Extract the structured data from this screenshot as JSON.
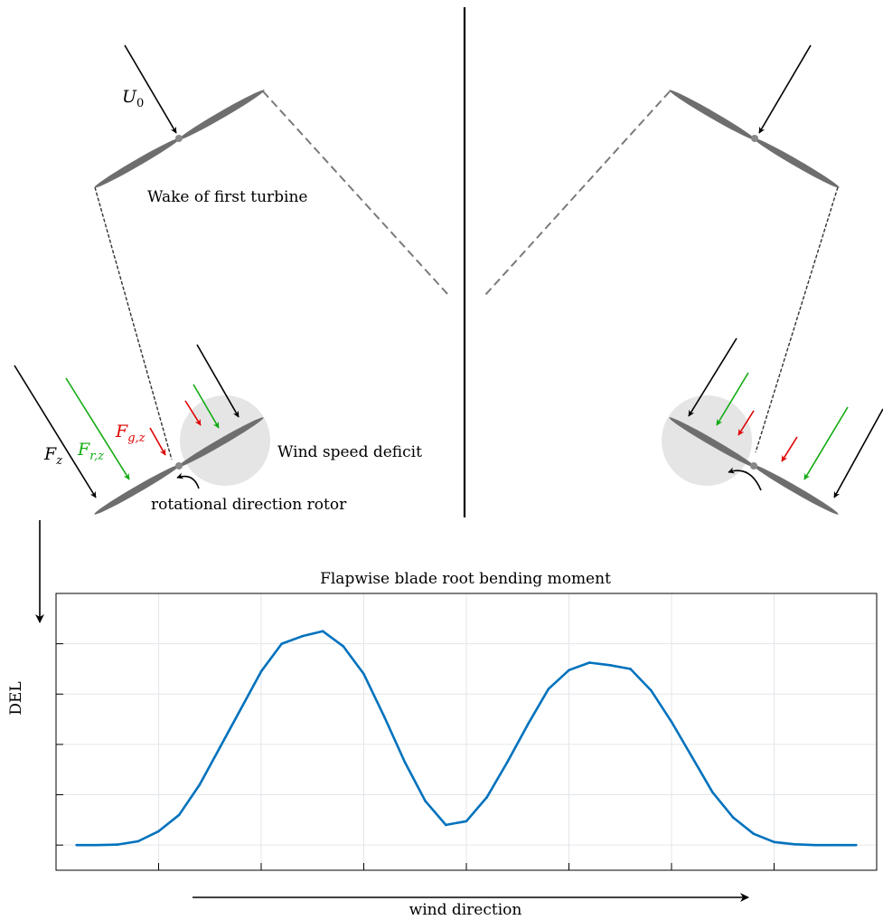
{
  "diagram": {
    "labels": {
      "u0_main": "U",
      "u0_sub": "0",
      "wake": "Wake of first turbine",
      "deficit": "Wind speed deficit",
      "rotation": "rotational direction rotor",
      "fz_main": "F",
      "fz_sub": "z",
      "frz_main": "F",
      "frz_sub": "r,z",
      "fgz_main": "F",
      "fgz_sub": "g,z"
    },
    "colors": {
      "black_arrow": "#000000",
      "green_arrow": "#11aa11",
      "red_arrow": "#dd0000",
      "blade": "#6e6e6e",
      "deficit_fill": "#e5e5e5",
      "wake_line": "#7a7a7a",
      "divider": "#000000"
    }
  },
  "chart_data": {
    "type": "line",
    "title": "Flapwise blade root bending moment",
    "xlabel": "wind direction",
    "ylabel": "DEL",
    "xlim": [
      0,
      8
    ],
    "ylim": [
      -1,
      10
    ],
    "grid": true,
    "x_tick_labels": [],
    "y_tick_labels": [],
    "color": "#0072bd",
    "x": [
      0.2,
      0.4,
      0.6,
      0.8,
      1.0,
      1.2,
      1.4,
      1.6,
      1.8,
      2.0,
      2.2,
      2.4,
      2.6,
      2.8,
      3.0,
      3.2,
      3.4,
      3.6,
      3.8,
      4.0,
      4.2,
      4.4,
      4.6,
      4.8,
      5.0,
      5.2,
      5.4,
      5.6,
      5.8,
      6.0,
      6.2,
      6.4,
      6.6,
      6.8,
      7.0,
      7.2,
      7.4,
      7.6,
      7.8
    ],
    "values": [
      0.0,
      0.0,
      0.02,
      0.15,
      0.55,
      1.2,
      2.4,
      3.9,
      5.4,
      6.9,
      8.0,
      8.3,
      8.5,
      7.9,
      6.8,
      5.1,
      3.3,
      1.75,
      0.8,
      0.95,
      1.9,
      3.3,
      4.8,
      6.2,
      6.95,
      7.25,
      7.15,
      7.0,
      6.15,
      4.9,
      3.5,
      2.1,
      1.1,
      0.45,
      0.12,
      0.03,
      0.0,
      0.0,
      0.0
    ]
  }
}
